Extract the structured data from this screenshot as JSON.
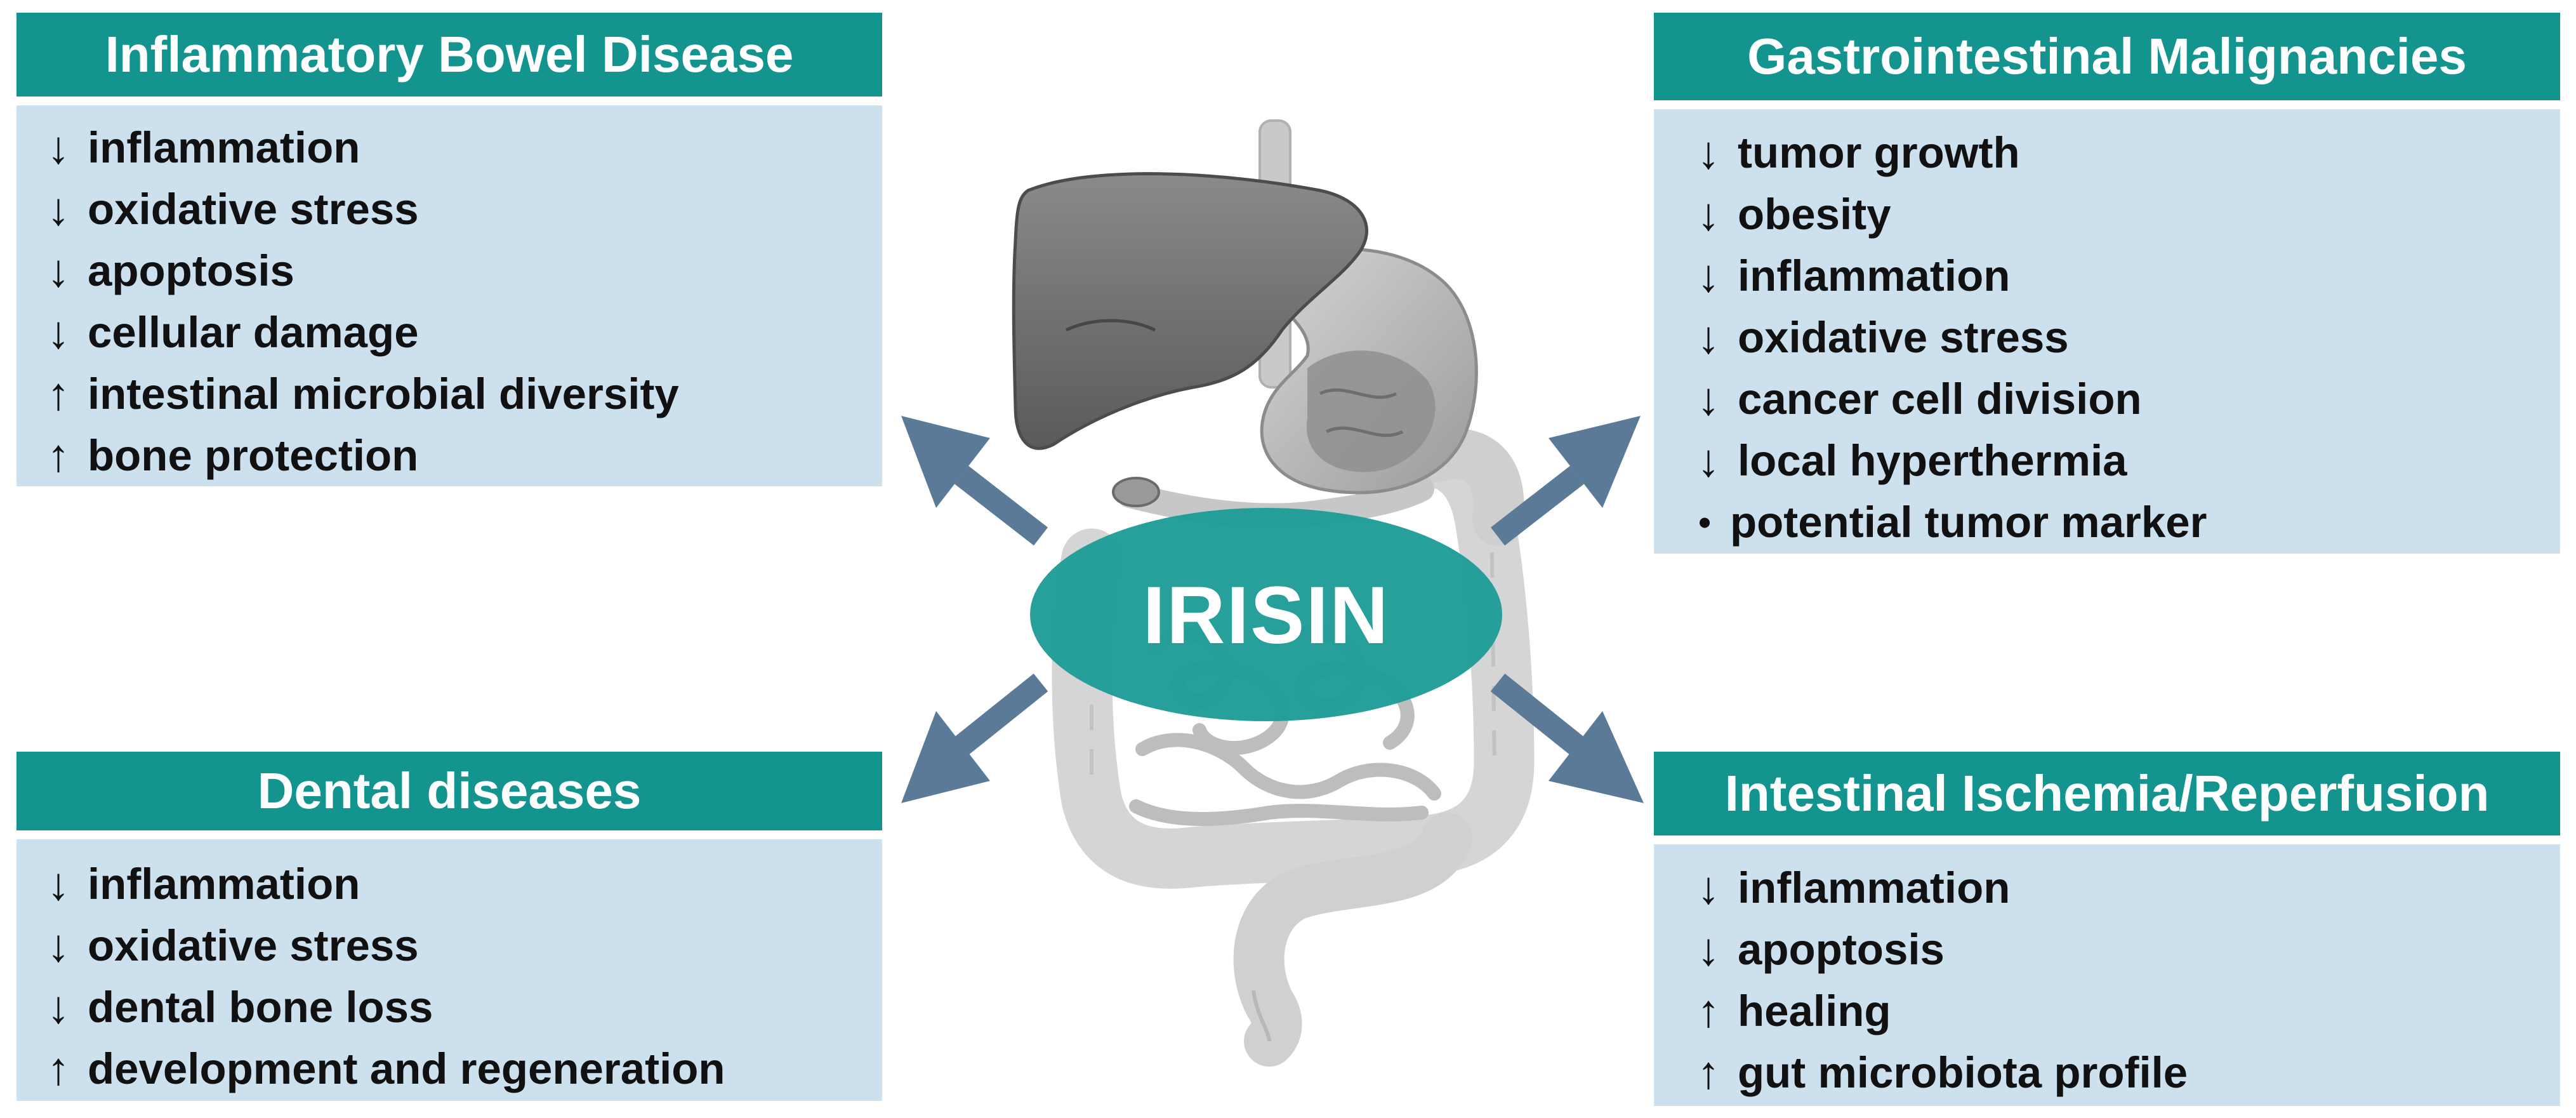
{
  "center": {
    "label": "IRISIN"
  },
  "panels": {
    "ibd": {
      "title": "Inflammatory Bowel Disease",
      "items": [
        {
          "symbol": "↓",
          "text": "inflammation"
        },
        {
          "symbol": "↓",
          "text": "oxidative stress"
        },
        {
          "symbol": "↓",
          "text": "apoptosis"
        },
        {
          "symbol": "↓",
          "text": "cellular damage"
        },
        {
          "symbol": "↑",
          "text": "intestinal microbial diversity"
        },
        {
          "symbol": "↑",
          "text": "bone protection"
        }
      ]
    },
    "gi": {
      "title": "Gastrointestinal Malignancies",
      "items": [
        {
          "symbol": "↓",
          "text": "tumor growth"
        },
        {
          "symbol": "↓",
          "text": "obesity"
        },
        {
          "symbol": "↓",
          "text": "inflammation"
        },
        {
          "symbol": "↓",
          "text": "oxidative stress"
        },
        {
          "symbol": "↓",
          "text": "cancer cell division"
        },
        {
          "symbol": "↓",
          "text": "local hyperthermia"
        },
        {
          "symbol": "•",
          "text": "potential tumor marker"
        }
      ]
    },
    "dental": {
      "title": "Dental diseases",
      "items": [
        {
          "symbol": "↓",
          "text": "inflammation"
        },
        {
          "symbol": "↓",
          "text": "oxidative stress"
        },
        {
          "symbol": "↓",
          "text": "dental bone loss"
        },
        {
          "symbol": "↑",
          "text": "development and regeneration"
        }
      ]
    },
    "iir": {
      "title": "Intestinal Ischemia/Reperfusion",
      "items": [
        {
          "symbol": "↓",
          "text": "inflammation"
        },
        {
          "symbol": "↓",
          "text": "apoptosis"
        },
        {
          "symbol": "↑",
          "text": "healing"
        },
        {
          "symbol": "↑",
          "text": "gut microbiota profile"
        }
      ]
    }
  },
  "colors": {
    "header": "#14948e",
    "body": "#cce0ee",
    "arrow": "#5b7a98",
    "ellipse": "#1e9c97"
  }
}
